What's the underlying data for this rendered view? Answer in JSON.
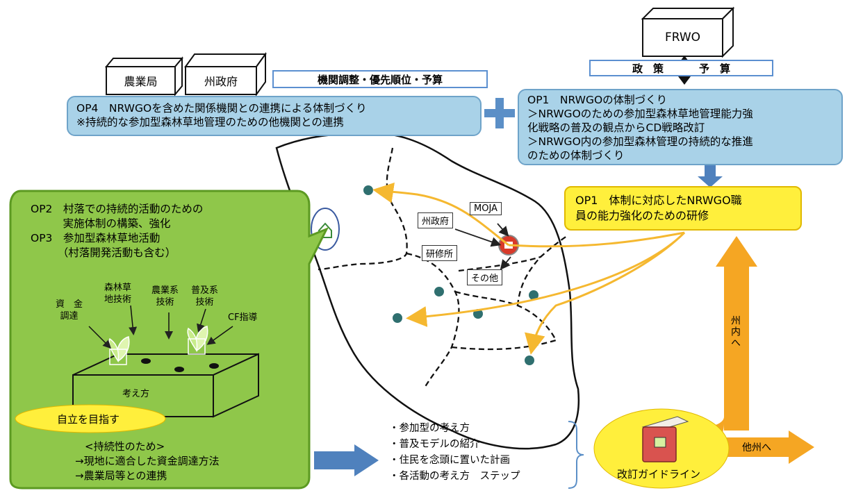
{
  "frwo": {
    "label": "FRWO",
    "bar_left": "政　策",
    "bar_right": "予　算"
  },
  "op1": {
    "lines": [
      "OP1　NRWGOの体制づくり",
      "＞NRWGOのための参加型森林草地管理能力強",
      "化戦略の普及の観点からCD戦略改訂",
      "＞NRWGO内の参加型森林管理の持続的な推進",
      "のための体制づくり"
    ]
  },
  "agencies": {
    "agri": "農業局",
    "state": "州政府",
    "coord_bar": "機関調整・優先順位・予算"
  },
  "op4": {
    "lines": [
      "OP4　NRWGOを含めた関係機関との連携による体制づくり",
      "※持続的な参加型森林草地管理のための他機関との連携"
    ]
  },
  "training": {
    "lines": [
      "OP1　体制に対応したNRWGO職",
      "員の能力強化のための研修"
    ]
  },
  "map": {
    "state_gov": "州政府",
    "moja": "MOJA",
    "training_center": "研修所",
    "other": "その他"
  },
  "village": {
    "lines": [
      "OP2　村落での持続的活動のための",
      "　　　実施体制の構築、強化",
      "OP3　参加型森林草地活動",
      "　　　（村落開発活動も含む）"
    ],
    "funds_line1": "資　金",
    "funds_line2": "調達",
    "forest_line1": "森林草",
    "forest_line2": "地技術",
    "agri_line1": "農業系",
    "agri_line2": "技術",
    "ext_line1": "普及系",
    "ext_line2": "技術",
    "cf": "CF指導",
    "idea": "考え方",
    "self_reliance": "自立を目指す",
    "sustain_lines": [
      "<持続性のため>",
      "→現地に適合した資金調達方法",
      "→農業局等との連携"
    ]
  },
  "guideline": {
    "items": [
      "・参加型の考え方",
      "・普及モデルの紹介",
      "・住民を念頭に置いた計画",
      "・各活動の考え方　ステップ"
    ],
    "label": "改訂ガイドライン",
    "within_state": "州内へ",
    "other_states": "他州へ"
  },
  "colors": {
    "op_blue": "#a9d2e8",
    "yellow": "#ffef3c",
    "green": "#8fc74a",
    "orange": "#f5a623",
    "arrow_blue": "#4f81bd"
  }
}
